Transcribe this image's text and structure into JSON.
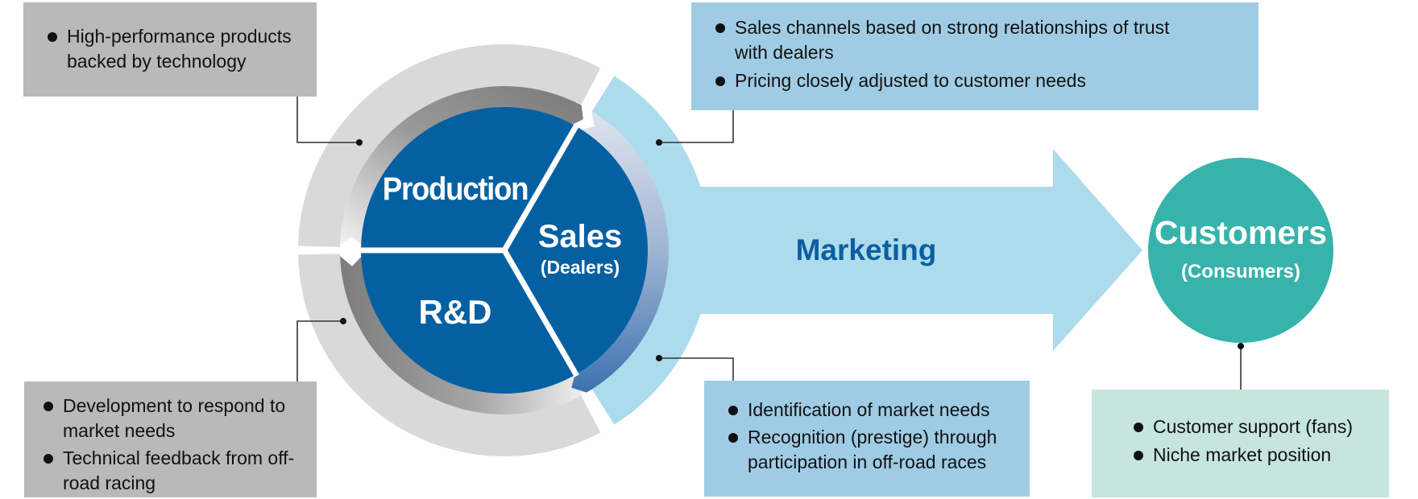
{
  "colors": {
    "core_blue": "#0560a2",
    "outer_grey": "#d9d9d9",
    "outer_light_blue": "#acdcec",
    "marketing_text": "#0c5ea3",
    "customers_teal": "#36b3aa",
    "grey_box": "#b9b9b9",
    "blue_box": "#9fcce4",
    "teal_box": "#c6e5df"
  },
  "core": {
    "production": "Production",
    "rd": "R&D",
    "sales": "Sales",
    "sales_sub": "(Dealers)"
  },
  "marketing": {
    "label": "Marketing"
  },
  "customers": {
    "label": "Customers",
    "sub": "(Consumers)"
  },
  "boxes": {
    "production": {
      "items": [
        "High-performance products backed by technology"
      ]
    },
    "rd": {
      "items": [
        "Development to respond to market needs",
        "Technical feedback from off-road racing"
      ]
    },
    "sales": {
      "items": [
        "Sales channels based on strong relationships of trust with dealers",
        "Pricing closely adjusted to customer needs"
      ]
    },
    "marketing": {
      "items": [
        "Identification of market needs",
        "Recognition (prestige) through participation in off-road races"
      ]
    },
    "customers": {
      "items": [
        "Customer support (fans)",
        "Niche market position"
      ]
    }
  }
}
